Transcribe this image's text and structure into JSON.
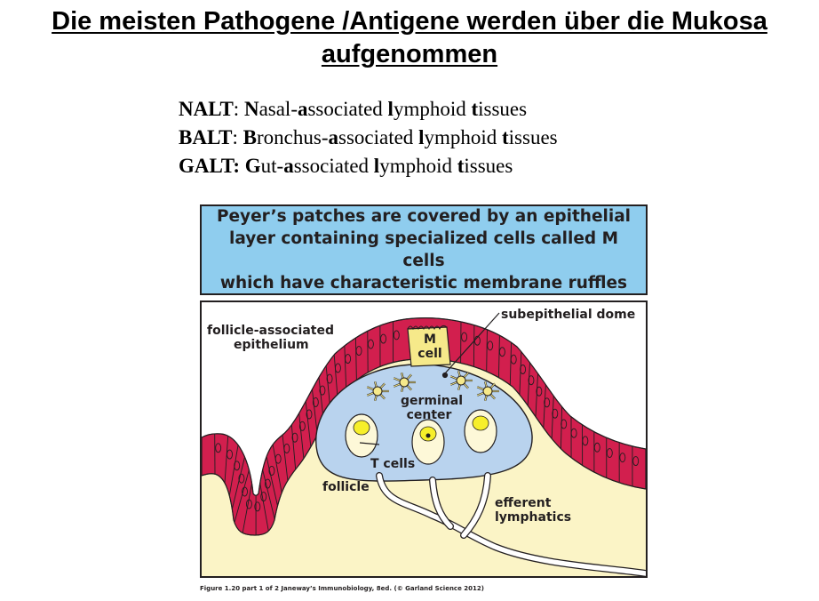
{
  "slide": {
    "title_line1": "Die meisten Pathogene /Antigene werden über die Mukosa",
    "title_line2": "aufgenommen"
  },
  "acronyms": [
    {
      "abbr": "NALT",
      "sep": ": ",
      "parts": [
        [
          "N",
          "asal-"
        ],
        [
          "a",
          "ssociated "
        ],
        [
          "l",
          "ymphoid "
        ],
        [
          "t",
          "issues"
        ]
      ]
    },
    {
      "abbr": "BALT",
      "sep": ": ",
      "parts": [
        [
          "B",
          "ronchus-"
        ],
        [
          "a",
          "ssociated "
        ],
        [
          "l",
          "ymphoid "
        ],
        [
          "t",
          "issues"
        ]
      ]
    },
    {
      "abbr": "GALT:",
      "sep": " ",
      "parts": [
        [
          "G",
          "ut-"
        ],
        [
          "a",
          "ssociated "
        ],
        [
          "l",
          "ymphoid "
        ],
        [
          "t",
          "issues"
        ]
      ]
    }
  ],
  "figure": {
    "heading_line1": "Peyer’s patches are covered by an epithelial",
    "heading_line2": "layer containing specialized cells called M cells",
    "heading_line3": "which have characteristic membrane ruffles",
    "labels": {
      "fae_line1": "follicle-associated",
      "fae_line2": "epithelium",
      "m_cell_line1": "M",
      "m_cell_line2": "cell",
      "dome": "subepithelial dome",
      "germinal_line1": "germinal",
      "germinal_line2": "center",
      "t_cells": "T cells",
      "follicle": "follicle",
      "efferent_line1": "efferent",
      "efferent_line2": "lymphatics"
    },
    "caption": "Figure 1.20 part 1 of 2  Janeway’s Immunobiology, 8ed. (© Garland Science 2012)",
    "colors": {
      "heading_bg": "#8fcdee",
      "epithelium": "#d21f4e",
      "lumen": "#ffffff",
      "lamina": "#fbf4c6",
      "dome": "#b9d3ee",
      "m_cell": "#f6e98a",
      "germinal_center": "#f7ef2a"
    }
  }
}
